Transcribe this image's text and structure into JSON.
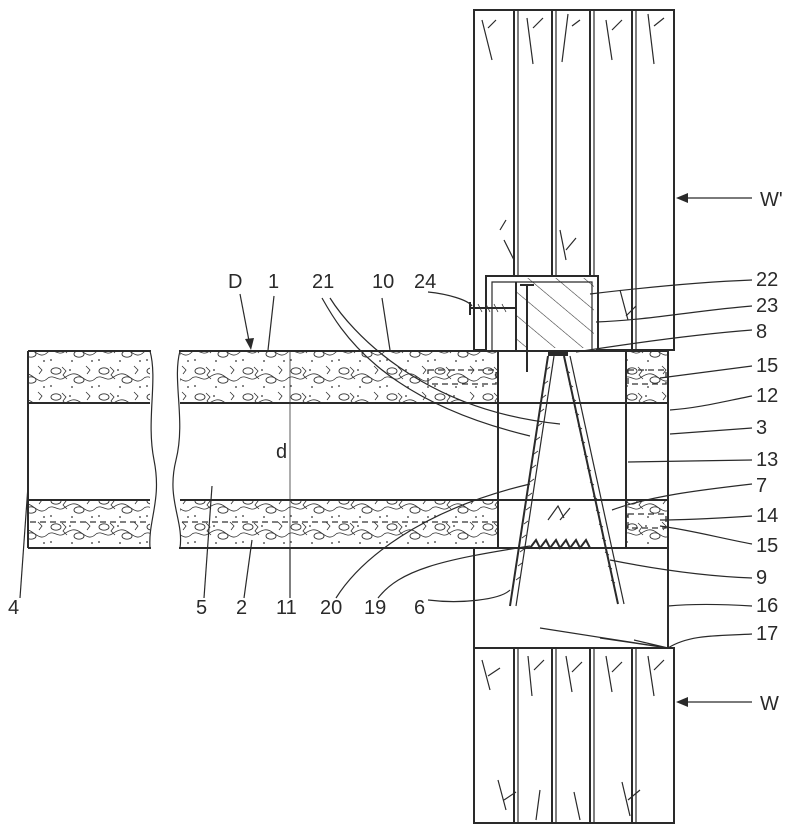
{
  "labels": {
    "W_prime": "W'",
    "W": "W",
    "D": "D",
    "n1": "1",
    "n21": "21",
    "n10": "10",
    "n24": "24",
    "n22": "22",
    "n23": "23",
    "n8": "8",
    "n15a": "15",
    "n12": "12",
    "n3": "3",
    "n13": "13",
    "d": "d",
    "n7": "7",
    "n14": "14",
    "n15b": "15",
    "n9": "9",
    "n16": "16",
    "n17": "17",
    "n4": "4",
    "n5": "5",
    "n2": "2",
    "n11": "11",
    "n20": "20",
    "n19": "19",
    "n6": "6"
  }
}
